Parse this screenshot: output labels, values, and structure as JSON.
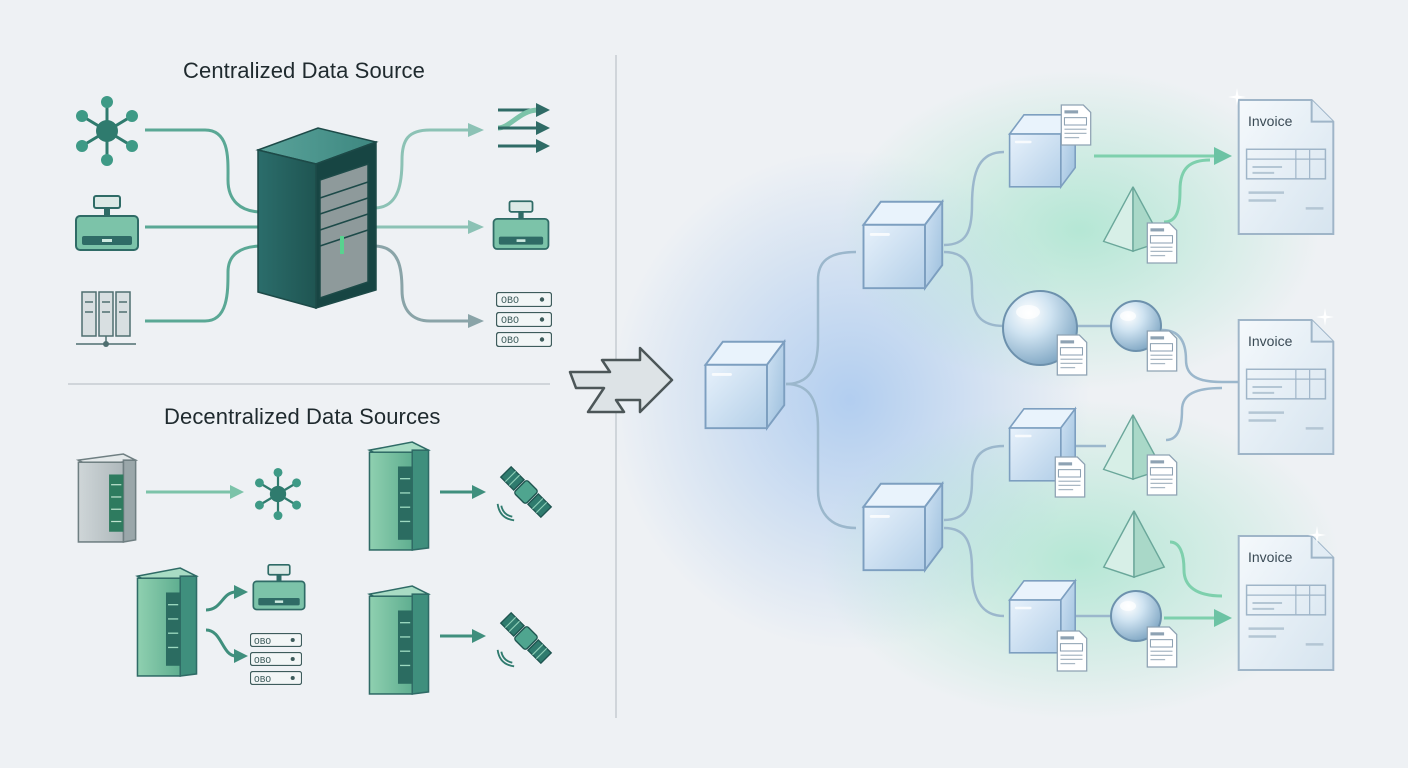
{
  "left_panel": {
    "centralized_title": "Centralized Data Source",
    "decentralized_title": "Decentralized Data Sources",
    "rack_unit_label": "OBO"
  },
  "invoices": [
    {
      "label": "Invoice"
    },
    {
      "label": "Invoice"
    },
    {
      "label": "Invoice"
    }
  ],
  "colors": {
    "teal_dark": "#2e6f6d",
    "teal": "#3f9a8a",
    "mint": "#6cc3a4",
    "glass_blue": "#b9d7ee",
    "background": "#eef1f4"
  },
  "icons": [
    "network-hub-icon",
    "cash-register-icon",
    "server-cluster-icon",
    "central-server-icon",
    "output-arrows-icon",
    "storage-rack-icon",
    "satellite-icon",
    "lightning-arrow-icon",
    "glass-cube-icon",
    "glass-sphere-icon",
    "glass-pyramid-icon",
    "document-icon",
    "invoice-icon"
  ]
}
